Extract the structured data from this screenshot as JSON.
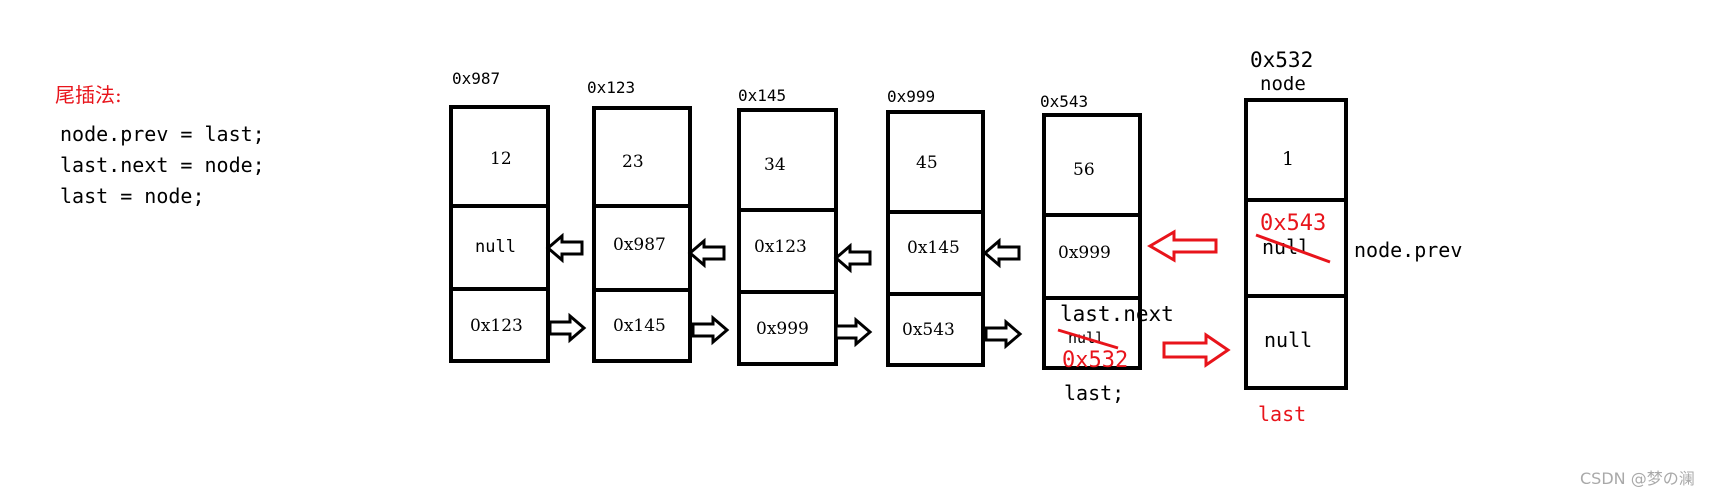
{
  "title": "尾插法:",
  "code_lines": [
    "node.prev = last;",
    "last.next = node;",
    "last = node;"
  ],
  "nodes": [
    {
      "addr": "0x987",
      "value": "12",
      "prev": "null",
      "next": "0x123"
    },
    {
      "addr": "0x123",
      "value": "23",
      "prev": "0x987",
      "next": "0x145"
    },
    {
      "addr": "0x145",
      "value": "34",
      "prev": "0x123",
      "next": "0x999"
    },
    {
      "addr": "0x999",
      "value": "45",
      "prev": "0x145",
      "next": "0x543"
    },
    {
      "addr": "0x543",
      "value": "56",
      "prev": "0x999",
      "next_old": "null",
      "next_new": "0x532"
    }
  ],
  "new_node": {
    "addr": "0x532",
    "name": "node",
    "value": "1",
    "prev_old": "null",
    "prev_new": "0x543",
    "next": "null"
  },
  "labels": {
    "last_next": "last.next",
    "last_old": "last;",
    "node_prev": "node.prev",
    "last_new": "last"
  },
  "watermark": "CSDN @梦の澜",
  "colors": {
    "black": "#000000",
    "red": "#e8141b",
    "watermark": "#a9a9a9"
  }
}
